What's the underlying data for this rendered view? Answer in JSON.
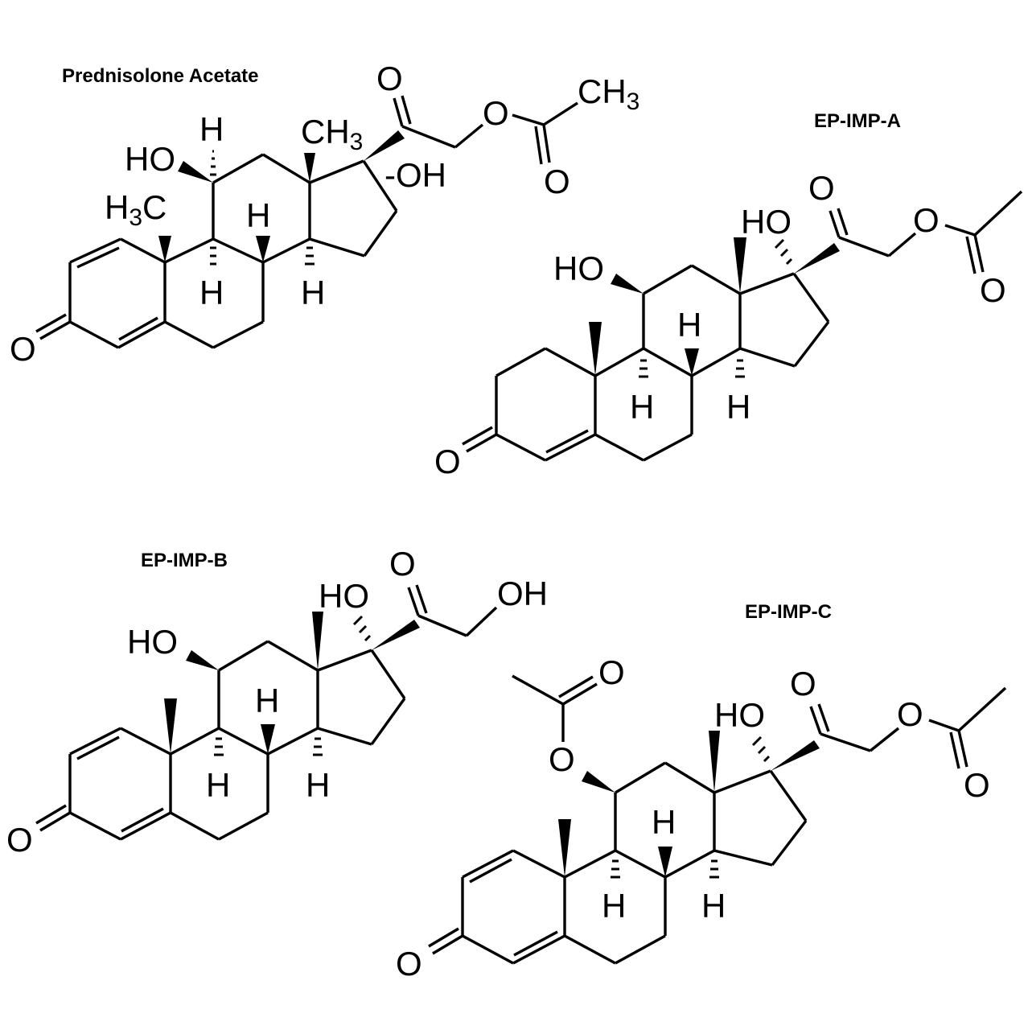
{
  "diagram": {
    "molecules": [
      {
        "id": "prednisolone-acetate",
        "title": "Prednisolone Acetate",
        "labels": {
          "ketone_o": "O",
          "hydroxyl_11": "HO",
          "methyl_10_h": "H",
          "methyl_10_c": "C",
          "methyl_10_sub": "3",
          "methyl_13_c": "CH",
          "methyl_13_sub": "3",
          "hydroxyl_17": "-OH",
          "h_11": "H",
          "h_8": "H",
          "h_9": "H",
          "h_14": "H",
          "side_chain_ketone_o": "O",
          "ester_o": "O",
          "ester_carbonyl_o": "O",
          "acetyl_methyl": "CH",
          "acetyl_methyl_sub": "3"
        }
      },
      {
        "id": "ep-imp-a",
        "title": "EP-IMP-A",
        "labels": {
          "ketone_o": "O",
          "hydroxyl_11": "HO",
          "hydroxyl_17": "HO",
          "h_8": "H",
          "h_9": "H",
          "h_14": "H",
          "side_chain_ketone_o": "O",
          "ester_o": "O",
          "ester_carbonyl_o": "O"
        }
      },
      {
        "id": "ep-imp-b",
        "title": "EP-IMP-B",
        "labels": {
          "ketone_o": "O",
          "hydroxyl_11": "HO",
          "hydroxyl_17": "HO",
          "h_8": "H",
          "h_9": "H",
          "h_14": "H",
          "side_chain_ketone_o": "O",
          "terminal_oh": "OH"
        }
      },
      {
        "id": "ep-imp-c",
        "title": "EP-IMP-C",
        "labels": {
          "ketone_o": "O",
          "ester_11_o": "O",
          "ester_11_carbonyl_o": "O",
          "hydroxyl_17": "HO",
          "h_8": "H",
          "h_9": "H",
          "h_14": "H",
          "side_chain_ketone_o": "O",
          "ester_o": "O",
          "ester_carbonyl_o": "O"
        }
      }
    ]
  }
}
